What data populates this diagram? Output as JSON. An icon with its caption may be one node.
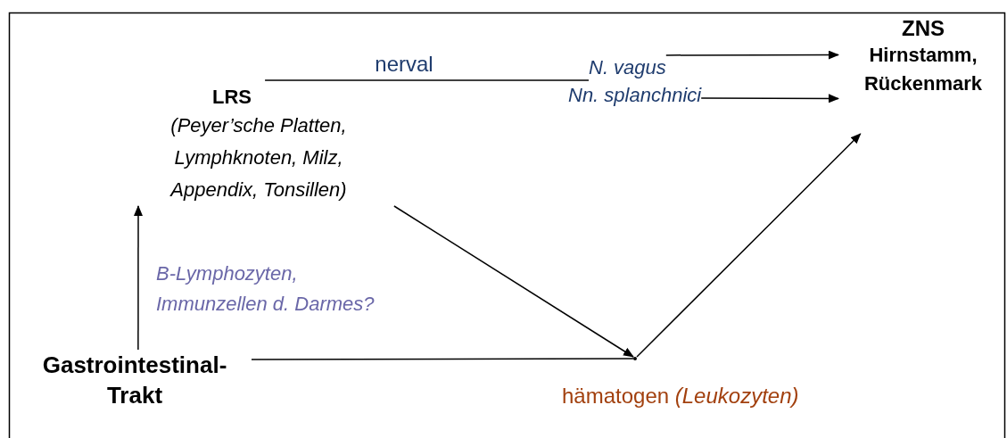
{
  "diagram": {
    "nodes": [
      {
        "text": [
          "ZNS",
          "Hirnstamm, Rückenmark"
        ]
      },
      {
        "text": [
          "LRS",
          "(Peyer’sche Platten, Lymphknoten, Milz, Appendix, Tonsillen)"
        ]
      },
      {
        "text": [
          "Gastrointestinal- Trakt"
        ]
      },
      {
        "text": [
          "N. vagus"
        ]
      },
      {
        "text": [
          "Nn. splanchnici"
        ]
      },
      {
        "text": [],
        "shape": "point"
      }
    ],
    "edges": [
      {
        "from": 2,
        "to": 1,
        "arrow": "to",
        "label": "B-Lymphozyten, Immunzellen d. Darmes?"
      },
      {
        "from": 1,
        "to": 3,
        "arrow": "none",
        "label": "nerval"
      },
      {
        "from": 3,
        "to": 0,
        "arrow": "to"
      },
      {
        "from": 4,
        "to": 0,
        "arrow": "to"
      },
      {
        "from": 1,
        "to": 5,
        "arrow": "to"
      },
      {
        "from": 2,
        "to": 5,
        "arrow": "none",
        "label": "hämatogen *(Leukozyten)*"
      },
      {
        "from": 5,
        "to": 0,
        "arrow": "to"
      }
    ]
  }
}
